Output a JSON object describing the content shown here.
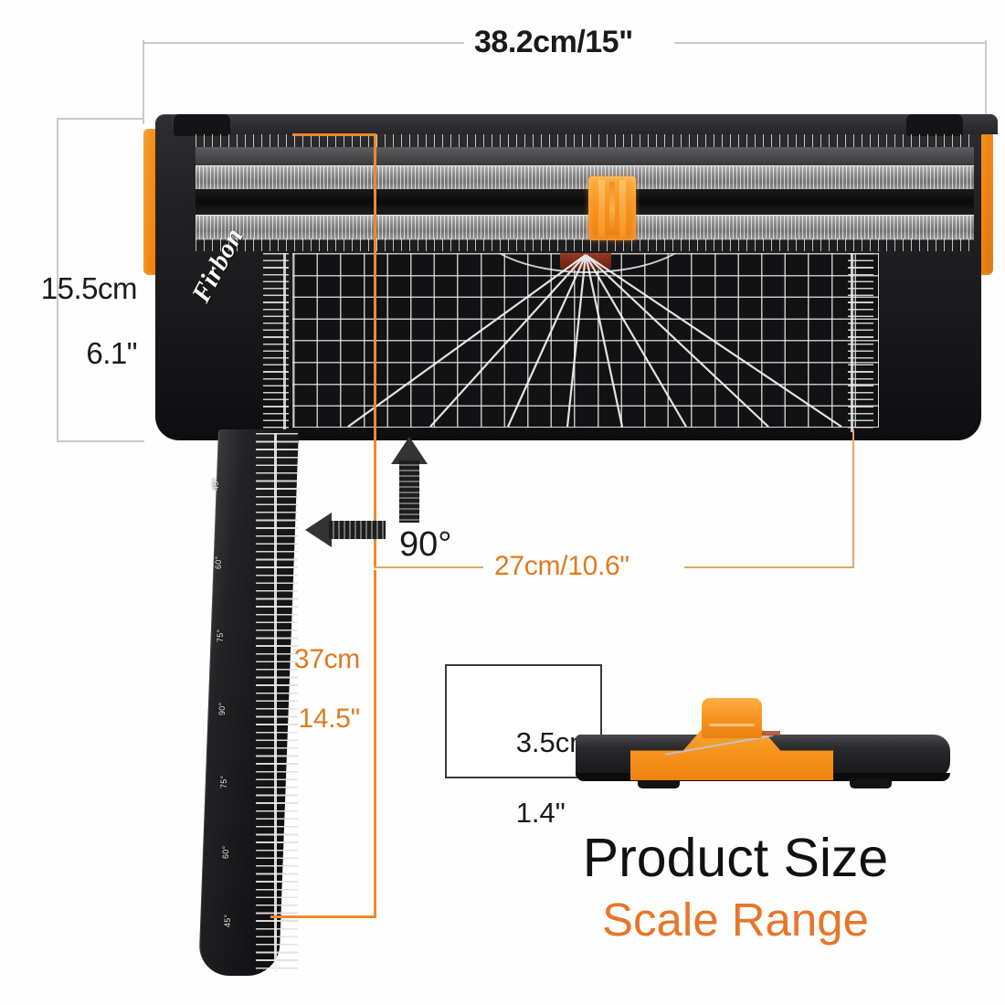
{
  "product": {
    "brand": "Firbon",
    "type": "paper-trimmer"
  },
  "dimensions": {
    "width": "38.2cm/15\"",
    "height_line1": "15.5cm",
    "height_line2": "6.1\"",
    "mat_width": "27cm/10.6\"",
    "total_length_line1": "37cm",
    "total_length_line2": "14.5\"",
    "thickness_line1": "3.5cm",
    "thickness_line2": "1.4\"",
    "angle": "90°"
  },
  "headline": {
    "line1": "Product Size",
    "line2": "Scale Range"
  },
  "arm_angles": [
    "45°",
    "60°",
    "75°",
    "90°",
    "75°",
    "60°",
    "45°"
  ],
  "colors": {
    "accent_orange": "#f7941e",
    "text_orange": "#e07b1e",
    "headline_orange": "#e8762a",
    "body_black": "#1a1a1c",
    "dimension_gray": "#c9c9c9",
    "text_black": "#1a1a1a"
  }
}
